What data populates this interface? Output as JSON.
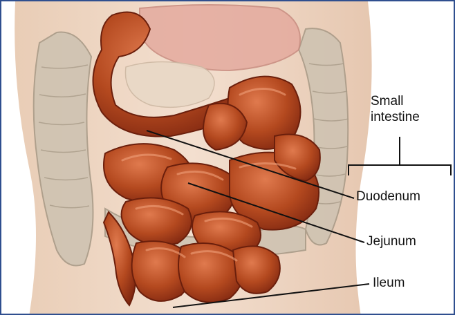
{
  "figure": {
    "group_label": "Small intestine",
    "parts": [
      {
        "id": "duodenum",
        "label": "Duodenum"
      },
      {
        "id": "jejunum",
        "label": "Jejunum"
      },
      {
        "id": "ileum",
        "label": "Ileum"
      }
    ]
  },
  "colors": {
    "frame": "#2f4f8f",
    "skin": "#efd6c2",
    "colon": "#cfc3b2",
    "stomach": "#e4aa9e",
    "intestine": "#b4491f",
    "intestine_dark": "#7e2610",
    "leader": "#111111"
  }
}
